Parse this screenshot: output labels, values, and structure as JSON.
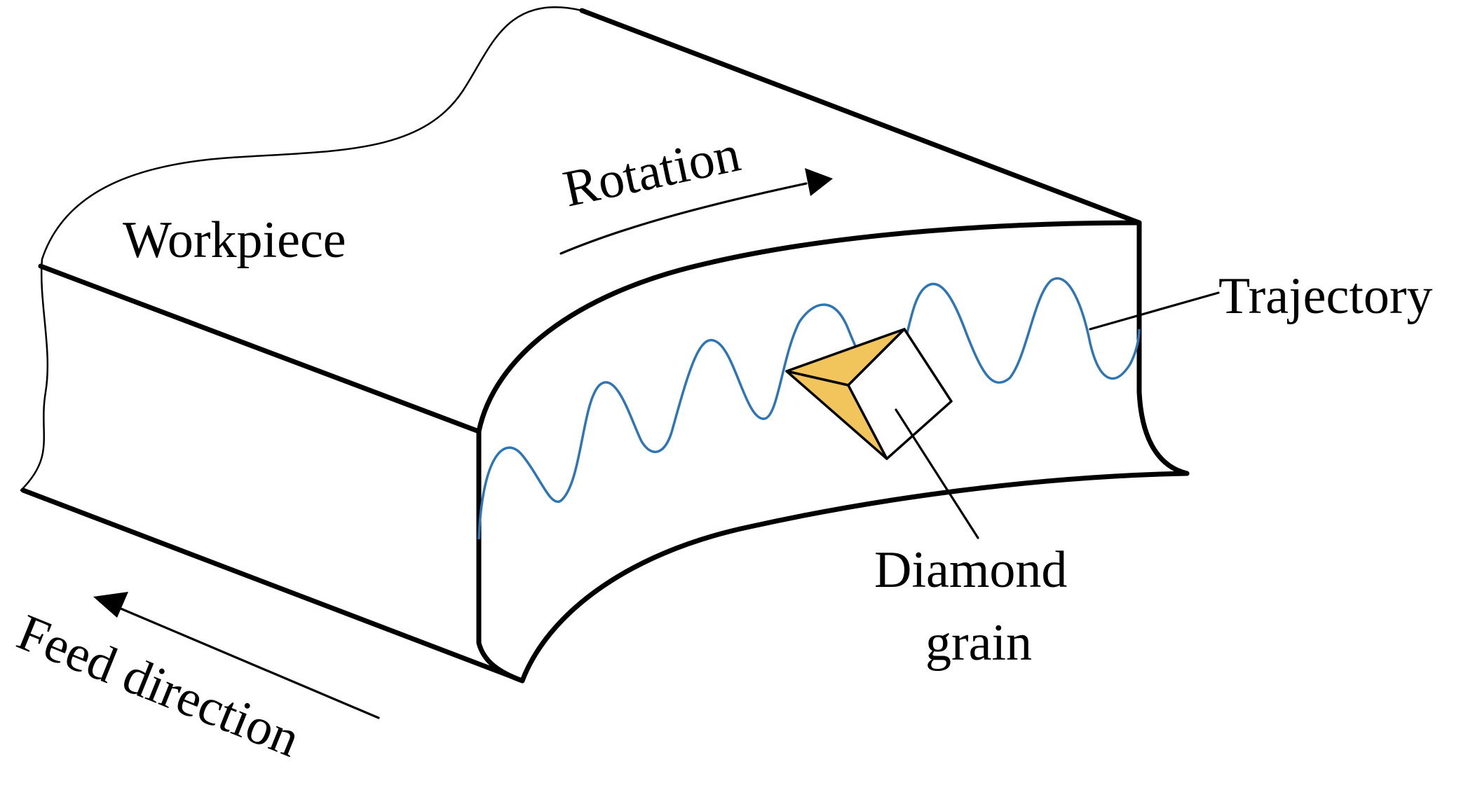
{
  "labels": {
    "workpiece": "Workpiece",
    "rotation": "Rotation",
    "trajectory": "Trajectory",
    "diamond_line1": "Diamond",
    "diamond_line2": "grain",
    "feed": "Feed direction"
  },
  "colors": {
    "outline": "#000000",
    "trajectory": "#2e75b6",
    "grain_face": "#f2c55c",
    "background": "#ffffff"
  }
}
